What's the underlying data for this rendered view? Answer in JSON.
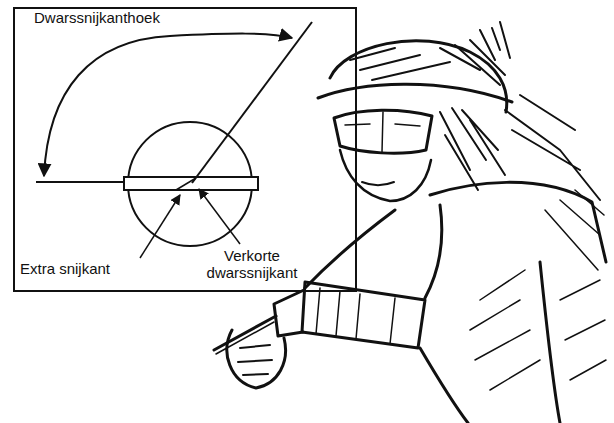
{
  "diagram": {
    "labels": [
      "Dwarssnijkanthoek",
      "Extra snijkant",
      "Verkorte dwarssnijkant"
    ]
  }
}
